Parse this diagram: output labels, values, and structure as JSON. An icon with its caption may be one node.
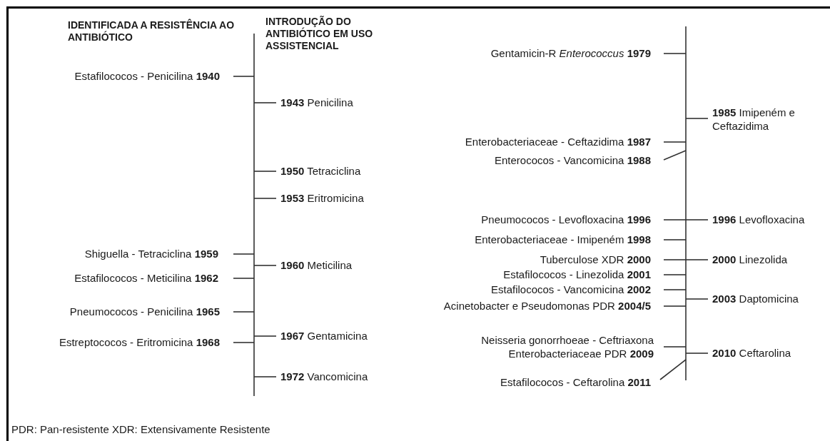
{
  "diagram": {
    "labels": [
      "IDENTIFICADA A RESISTÊNCIA AO ANTIBIÓTICO",
      "INTRODUÇÃO DO ANTIBIÓTICO EM USO ASSISTENCIAL",
      "Estafilococos - Penicilina **1940**",
      "Shiguella - Tetraciclina **1959**",
      "Estafilococos - Meticilina **1962**",
      "Pneumococos - Penicilina **1965**",
      "Estreptococos - Eritromicina **1968**",
      "**1943** Penicilina",
      "**1950** Tetraciclina",
      "**1953** Eritromicina",
      "**1960** Meticilina",
      "**1967** Gentamicina",
      "**1972** Vancomicina",
      "Gentamicin-R *Enterococcus* **1979**",
      "Enterobacteriaceae - Ceftazidima **1987**",
      "Enterococos - Vancomicina **1988**",
      "Pneumococos - Levofloxacina **1996**",
      "Enterobacteriaceae - Imipeném **1998**",
      "Tuberculose XDR **2000**",
      "Estafilococos - Linezolida **2001**",
      "Estafilococos - Vancomicina **2002**",
      "Acinetobacter e Pseudomonas PDR **2004/5**",
      "Neisseria gonorrhoeae - Ceftriaxona Enterobacteriaceae PDR **2009**",
      "Estafilococos - Ceftarolina **2011**",
      "**1985** Imipeném e Ceftazidima",
      "**1996** Levofloxacina",
      "**2000** Linezolida",
      "**2003** Daptomicina",
      "**2010** Ceftarolina",
      "PDR: Pan-resistente  XDR: Extensivamente Resistente"
    ]
  }
}
